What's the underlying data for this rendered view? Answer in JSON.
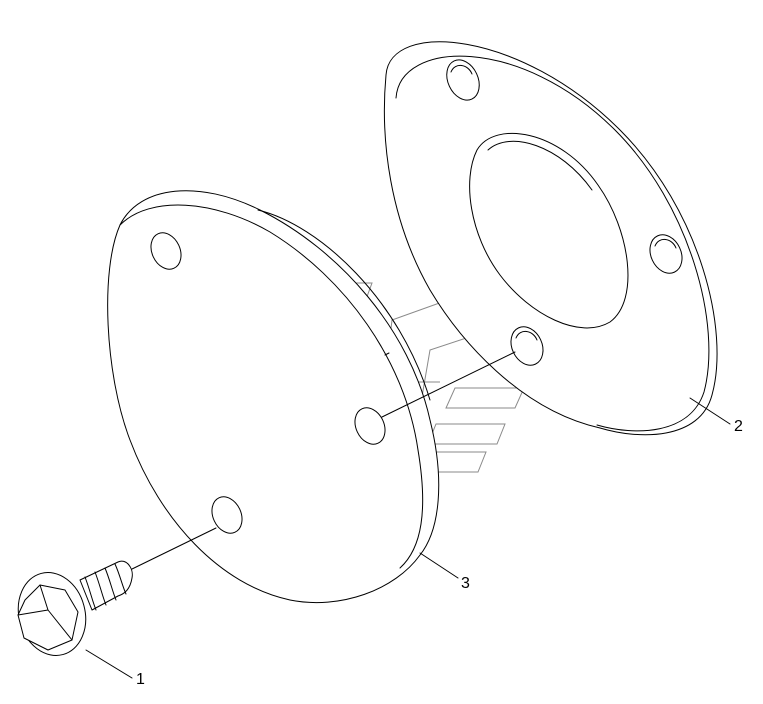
{
  "callouts": [
    {
      "id": "bolt",
      "label": "1"
    },
    {
      "id": "flange-ring",
      "label": "2"
    },
    {
      "id": "disc-plate",
      "label": "3"
    }
  ],
  "colors": {
    "line": "#000000",
    "watermark": "#8a8a8a",
    "background": "#ffffff"
  }
}
